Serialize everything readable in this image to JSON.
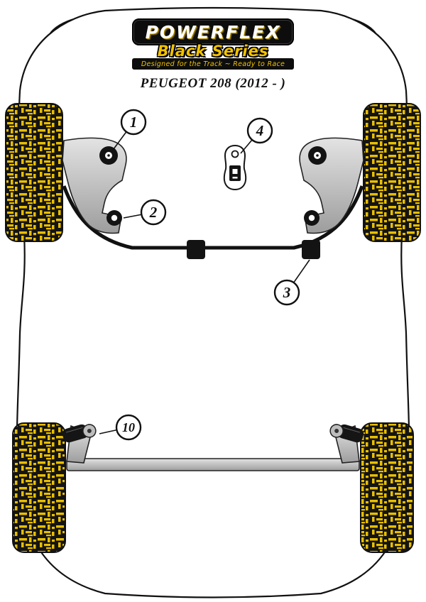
{
  "header": {
    "brand": "POWERFLEX",
    "series": "Black Series",
    "tagline": "Designed for the Track ~ Ready to Race",
    "title": "PEUGEOT 208 (2012 - )"
  },
  "colors": {
    "brand_yellow": "#F2C200",
    "logo_black": "#0D0D0D",
    "outline_black": "#111111",
    "metal_gray": "#C9C9C9"
  },
  "callouts": [
    {
      "label": "1"
    },
    {
      "label": "2"
    },
    {
      "label": "3"
    },
    {
      "label": "4"
    },
    {
      "label": "10"
    }
  ]
}
